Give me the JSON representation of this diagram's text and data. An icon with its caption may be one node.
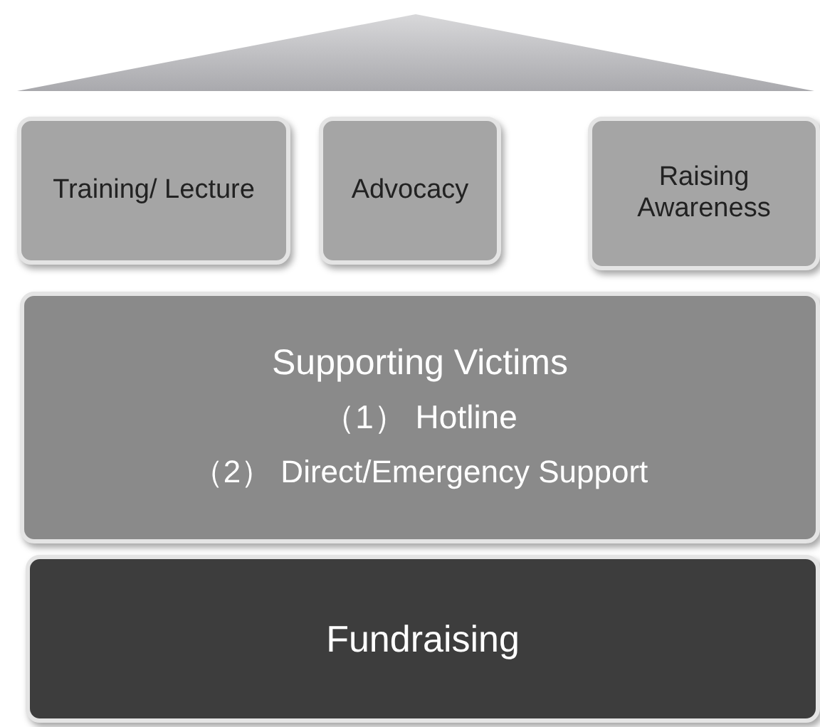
{
  "diagram": {
    "nodes": [
      {
        "text": [
          "Training/ Lecture"
        ]
      },
      {
        "text": [
          "Advocacy"
        ]
      },
      {
        "text": [
          "Raising Awareness"
        ]
      },
      {
        "text": [
          "Supporting Victims",
          "（1） Hotline",
          "（2） Direct/Emergency Support"
        ]
      },
      {
        "text": [
          "Fundraising"
        ]
      }
    ]
  }
}
